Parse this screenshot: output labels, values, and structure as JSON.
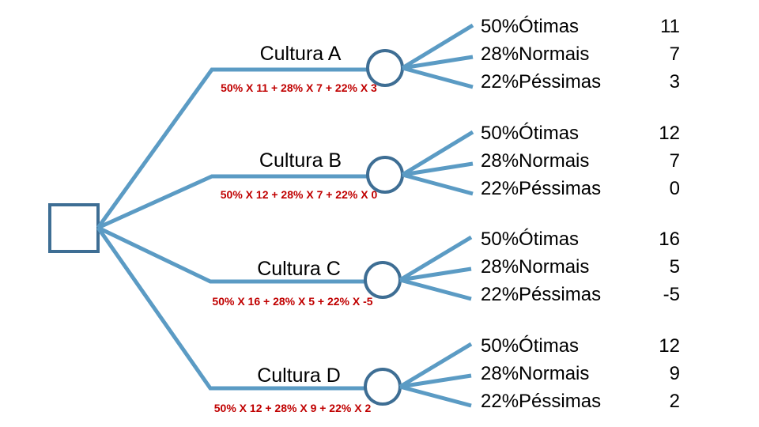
{
  "diagram": {
    "type": "decision-tree",
    "root": {
      "shape": "square",
      "label": ""
    },
    "colors": {
      "branch_line": "#5B9BC4",
      "node_outline": "#3E6E94",
      "formula_text": "#C00000",
      "label_text": "#000000",
      "background": "#FFFFFF"
    },
    "branches": [
      {
        "label": "Cultura A",
        "formula": "50% X 11 + 28% X 7 + 22% X 3",
        "outcomes": [
          {
            "text": "50%Ótimas",
            "value": "11"
          },
          {
            "text": "28%Normais",
            "value": "7"
          },
          {
            "text": "22%Péssimas",
            "value": "3"
          }
        ]
      },
      {
        "label": "Cultura B",
        "formula": "50% X 12 + 28% X 7 + 22% X 0",
        "outcomes": [
          {
            "text": "50%Ótimas",
            "value": "12"
          },
          {
            "text": "28%Normais",
            "value": "7"
          },
          {
            "text": "22%Péssimas",
            "value": "0"
          }
        ]
      },
      {
        "label": "Cultura C",
        "formula": "50% X 16 + 28% X 5 + 22% X -5",
        "outcomes": [
          {
            "text": "50%Ótimas",
            "value": "16"
          },
          {
            "text": "28%Normais",
            "value": "5"
          },
          {
            "text": "22%Péssimas",
            "value": "-5"
          }
        ]
      },
      {
        "label": "Cultura D",
        "formula": "50% X 12 + 28% X 9 + 22% X 2",
        "outcomes": [
          {
            "text": "50%Ótimas",
            "value": "12"
          },
          {
            "text": "28%Normais",
            "value": "9"
          },
          {
            "text": "22%Péssimas",
            "value": "2"
          }
        ]
      }
    ]
  }
}
